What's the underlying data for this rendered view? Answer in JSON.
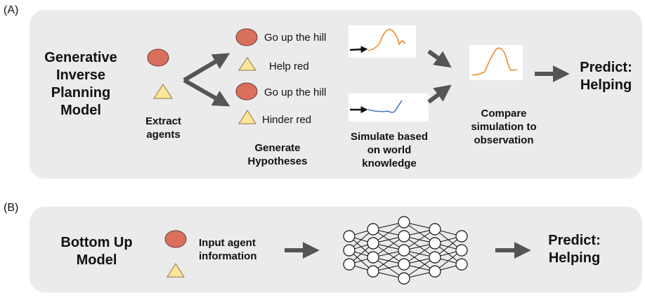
{
  "panel_a": {
    "tag": "(A)",
    "model_title": "Generative Inverse Planning Model",
    "extract_label": "Extract agents",
    "hypotheses": [
      {
        "goal": "Go up the hill",
        "relation": "Help red"
      },
      {
        "goal": "Go up the hill",
        "relation": "Hinder red"
      }
    ],
    "generate_label": "Generate Hypotheses",
    "simulate_label": "Simulate based on world knowledge",
    "compare_label": "Compare simulation to observation",
    "prediction": "Predict: Helping"
  },
  "panel_b": {
    "tag": "(B)",
    "model_title": "Bottom Up Model",
    "input_label": "Input agent information",
    "prediction": "Predict: Helping"
  },
  "colors": {
    "panel_bg": "#ebebeb",
    "circle_fill": "#db6f5e",
    "triangle_fill": "#fde49a",
    "arrow": "#555555",
    "orange_trajectory": "#ee8b2d",
    "blue_trajectory": "#4a78c8"
  }
}
